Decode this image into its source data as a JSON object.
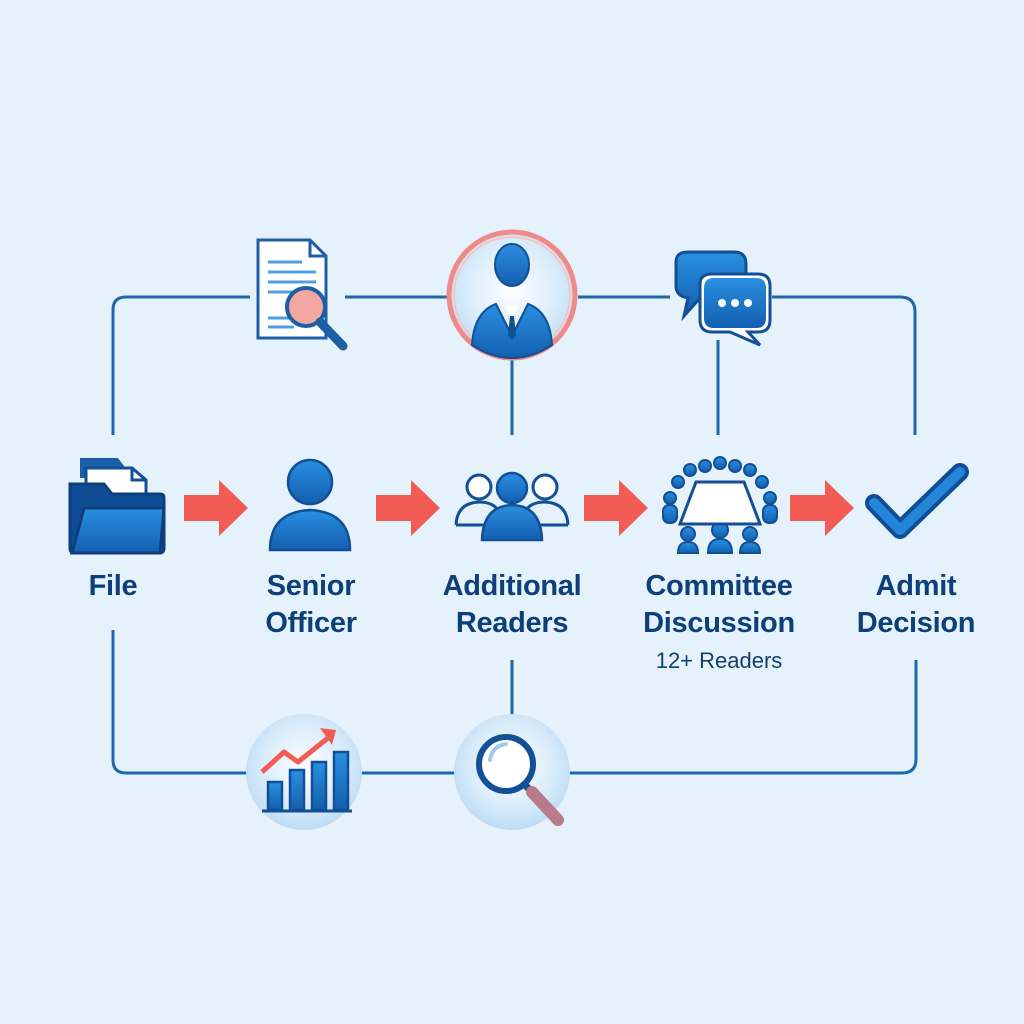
{
  "flow": {
    "stages": [
      {
        "id": "file",
        "icon": "folder-icon",
        "label_lines": [
          "File"
        ]
      },
      {
        "id": "senior-officer",
        "icon": "person-icon",
        "label_lines": [
          "Senior",
          "Officer"
        ]
      },
      {
        "id": "additional-readers",
        "icon": "group-icon",
        "label_lines": [
          "Additional",
          "Readers"
        ]
      },
      {
        "id": "committee-discussion",
        "icon": "committee-table-icon",
        "label_lines": [
          "Committee",
          "Discussion"
        ],
        "sublabel": "12+ Readers"
      },
      {
        "id": "admit-decision",
        "icon": "checkmark-icon",
        "label_lines": [
          "Admit",
          "Decision"
        ]
      }
    ],
    "connector_icons": [
      "document-search-icon",
      "businessman-icon",
      "chat-bubbles-icon",
      "bar-chart-icon",
      "magnifier-icon"
    ]
  },
  "colors": {
    "background": "#e6f2fb",
    "primary_blue": "#1a6bb8",
    "dark_navy": "#0d3f78",
    "arrow_red": "#f25c54",
    "accent_pink": "#f08a86"
  }
}
